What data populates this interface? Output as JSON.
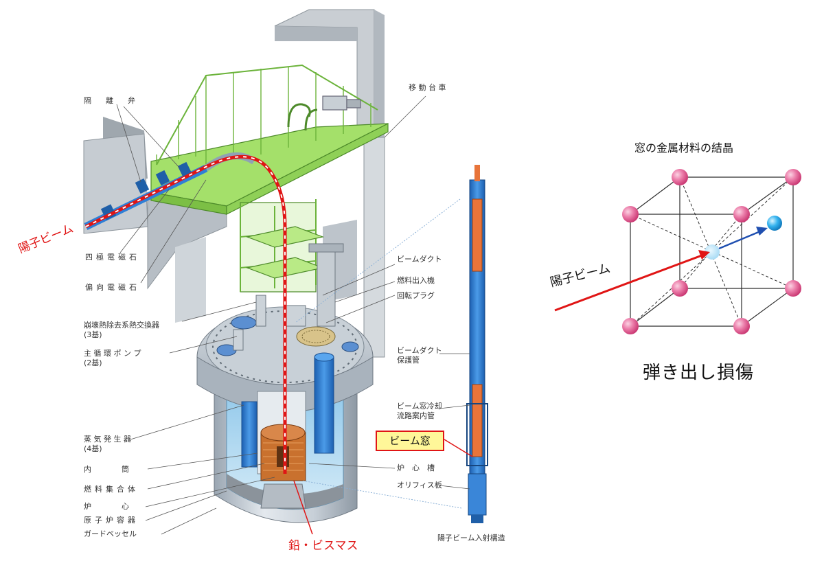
{
  "labels": {
    "isolation_valve": "隔　離　弁",
    "moving_carriage": "移 動 台 車",
    "proton_beam": "陽子ビーム",
    "quadrupole_magnet": "四極電磁石",
    "deflection_magnet": "偏向電磁石",
    "decay_heat_hx": "崩壊熱除去系熱交換器\n(3基)",
    "main_pump": "主 循 環 ポ ン プ\n(2基)",
    "steam_generator": "蒸 気 発 生 器\n(4基)",
    "inner_cylinder": "内　　　　筒",
    "fuel_assembly": "燃料集合体",
    "core": "炉　　　　心",
    "reactor_vessel": "原子炉容器",
    "guard_vessel": "ガードベッセル",
    "lead_bismuth": "鉛・ビスマス",
    "beam_duct": "ビームダクト",
    "fuel_handler": "燃料出入機",
    "rotating_plug": "回転プラグ",
    "beam_duct_tube": "ビームダクト\n保護管",
    "beam_window_cooling": "ビーム窓冷却\n流路案内管",
    "beam_window": "ビーム窓",
    "core_barrel": "炉　心　槽",
    "orifice_plate": "オリフィス板",
    "beam_injection": "陽子ビーム入射構造"
  },
  "crystal": {
    "title": "窓の金属材料の結晶",
    "beam_label": "陽子ビーム",
    "damage_label": "弾き出し損傷"
  },
  "colors": {
    "beam_red": "#e01515",
    "platform_green": "#a4e06a",
    "duct_blue": "#2f7fd6",
    "duct_orange": "#e8743a",
    "atom_pink": "#e8679a",
    "atom_cyan": "#2ba9e8",
    "highlight_yellow": "#fff799"
  }
}
